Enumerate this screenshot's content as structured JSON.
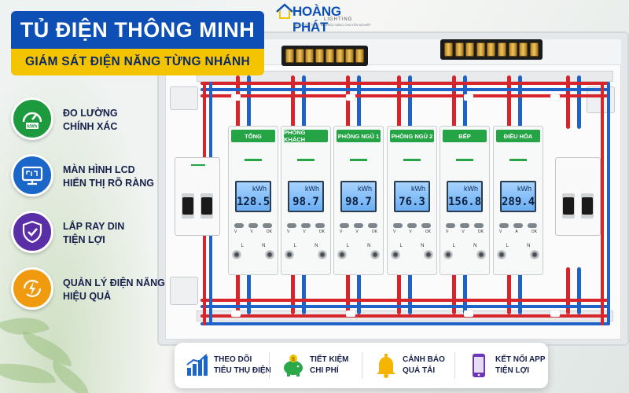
{
  "title": {
    "main": "TỦ ĐIỆN THÔNG MINH",
    "sub": "GIÁM SÁT ĐIỆN NĂNG TỪNG NHÁNH"
  },
  "logo": {
    "name": "HOÀNG PHÁT",
    "lighting": "LIGHTING",
    "tagline": "GIẢI PHÁP THIẾT BỊ CHIẾU SÁNG CHUYÊN NGHIỆP"
  },
  "features": [
    {
      "icon": "meter-kwh-icon",
      "color": "#1e9a3e",
      "line1": "ĐO LƯỜNG",
      "line2": "CHÍNH XÁC"
    },
    {
      "icon": "lcd-monitor-icon",
      "color": "#1b66c9",
      "line1": "MÀN HÌNH LCD",
      "line2": "HIỂN THỊ RÕ RÀNG"
    },
    {
      "icon": "shield-check-icon",
      "color": "#5a2ea6",
      "line1": "LẮP RAY DIN",
      "line2": "TIỆN LỢI"
    },
    {
      "icon": "lightning-icon",
      "color": "#f09a10",
      "line1": "QUẢN LÝ ĐIỆN NĂNG",
      "line2": "HIỆU QUẢ"
    }
  ],
  "meters": [
    {
      "label": "TỔNG",
      "unit": "kWh",
      "value": "128.5",
      "buttons": [
        "V",
        "V",
        "OK"
      ],
      "terminals": [
        "L",
        "N"
      ]
    },
    {
      "label": "PHÒNG KHÁCH",
      "unit": "kWh",
      "value": "98.7",
      "buttons": [
        "V",
        "V",
        "OK"
      ],
      "terminals": [
        "L",
        "N"
      ]
    },
    {
      "label": "PHÒNG NGỦ 1",
      "unit": "kWh",
      "value": "98.7",
      "buttons": [
        "V",
        "V",
        "OK"
      ],
      "terminals": [
        "L",
        "N"
      ]
    },
    {
      "label": "PHÒNG NGỦ 2",
      "unit": "kWh",
      "value": "76.3",
      "buttons": [
        "V",
        "V",
        "OK"
      ],
      "terminals": [
        "L",
        "N"
      ]
    },
    {
      "label": "BẾP",
      "unit": "kWh",
      "value": "156.8",
      "buttons": [
        "V",
        "V",
        "OK"
      ],
      "terminals": [
        "L",
        "N"
      ]
    },
    {
      "label": "ĐIỀU HÒA",
      "unit": "kWh",
      "value": "289.4",
      "buttons": [
        "V",
        "A",
        "OK"
      ],
      "terminals": [
        "L",
        "N"
      ]
    }
  ],
  "bottom_bar": [
    {
      "icon": "bar-chart-icon",
      "line1": "THEO DÕI",
      "line2": "TIÊU THỤ ĐIỆN"
    },
    {
      "icon": "piggy-bank-icon",
      "line1": "TIẾT KIỆM",
      "line2": "CHI PHÍ"
    },
    {
      "icon": "bell-icon",
      "line1": "CẢNH BÁO",
      "line2": "QUÁ TẢI"
    },
    {
      "icon": "smartphone-icon",
      "line1": "KẾT NỐI APP",
      "line2": "TIỆN LỢI"
    }
  ],
  "colors": {
    "brand_blue": "#0d4fb4",
    "accent_yellow": "#f5c400",
    "label_green": "#24a444",
    "wire_red": "#d8252b",
    "wire_blue": "#1f63c9",
    "lcd_blue": "#8cc3fa"
  }
}
